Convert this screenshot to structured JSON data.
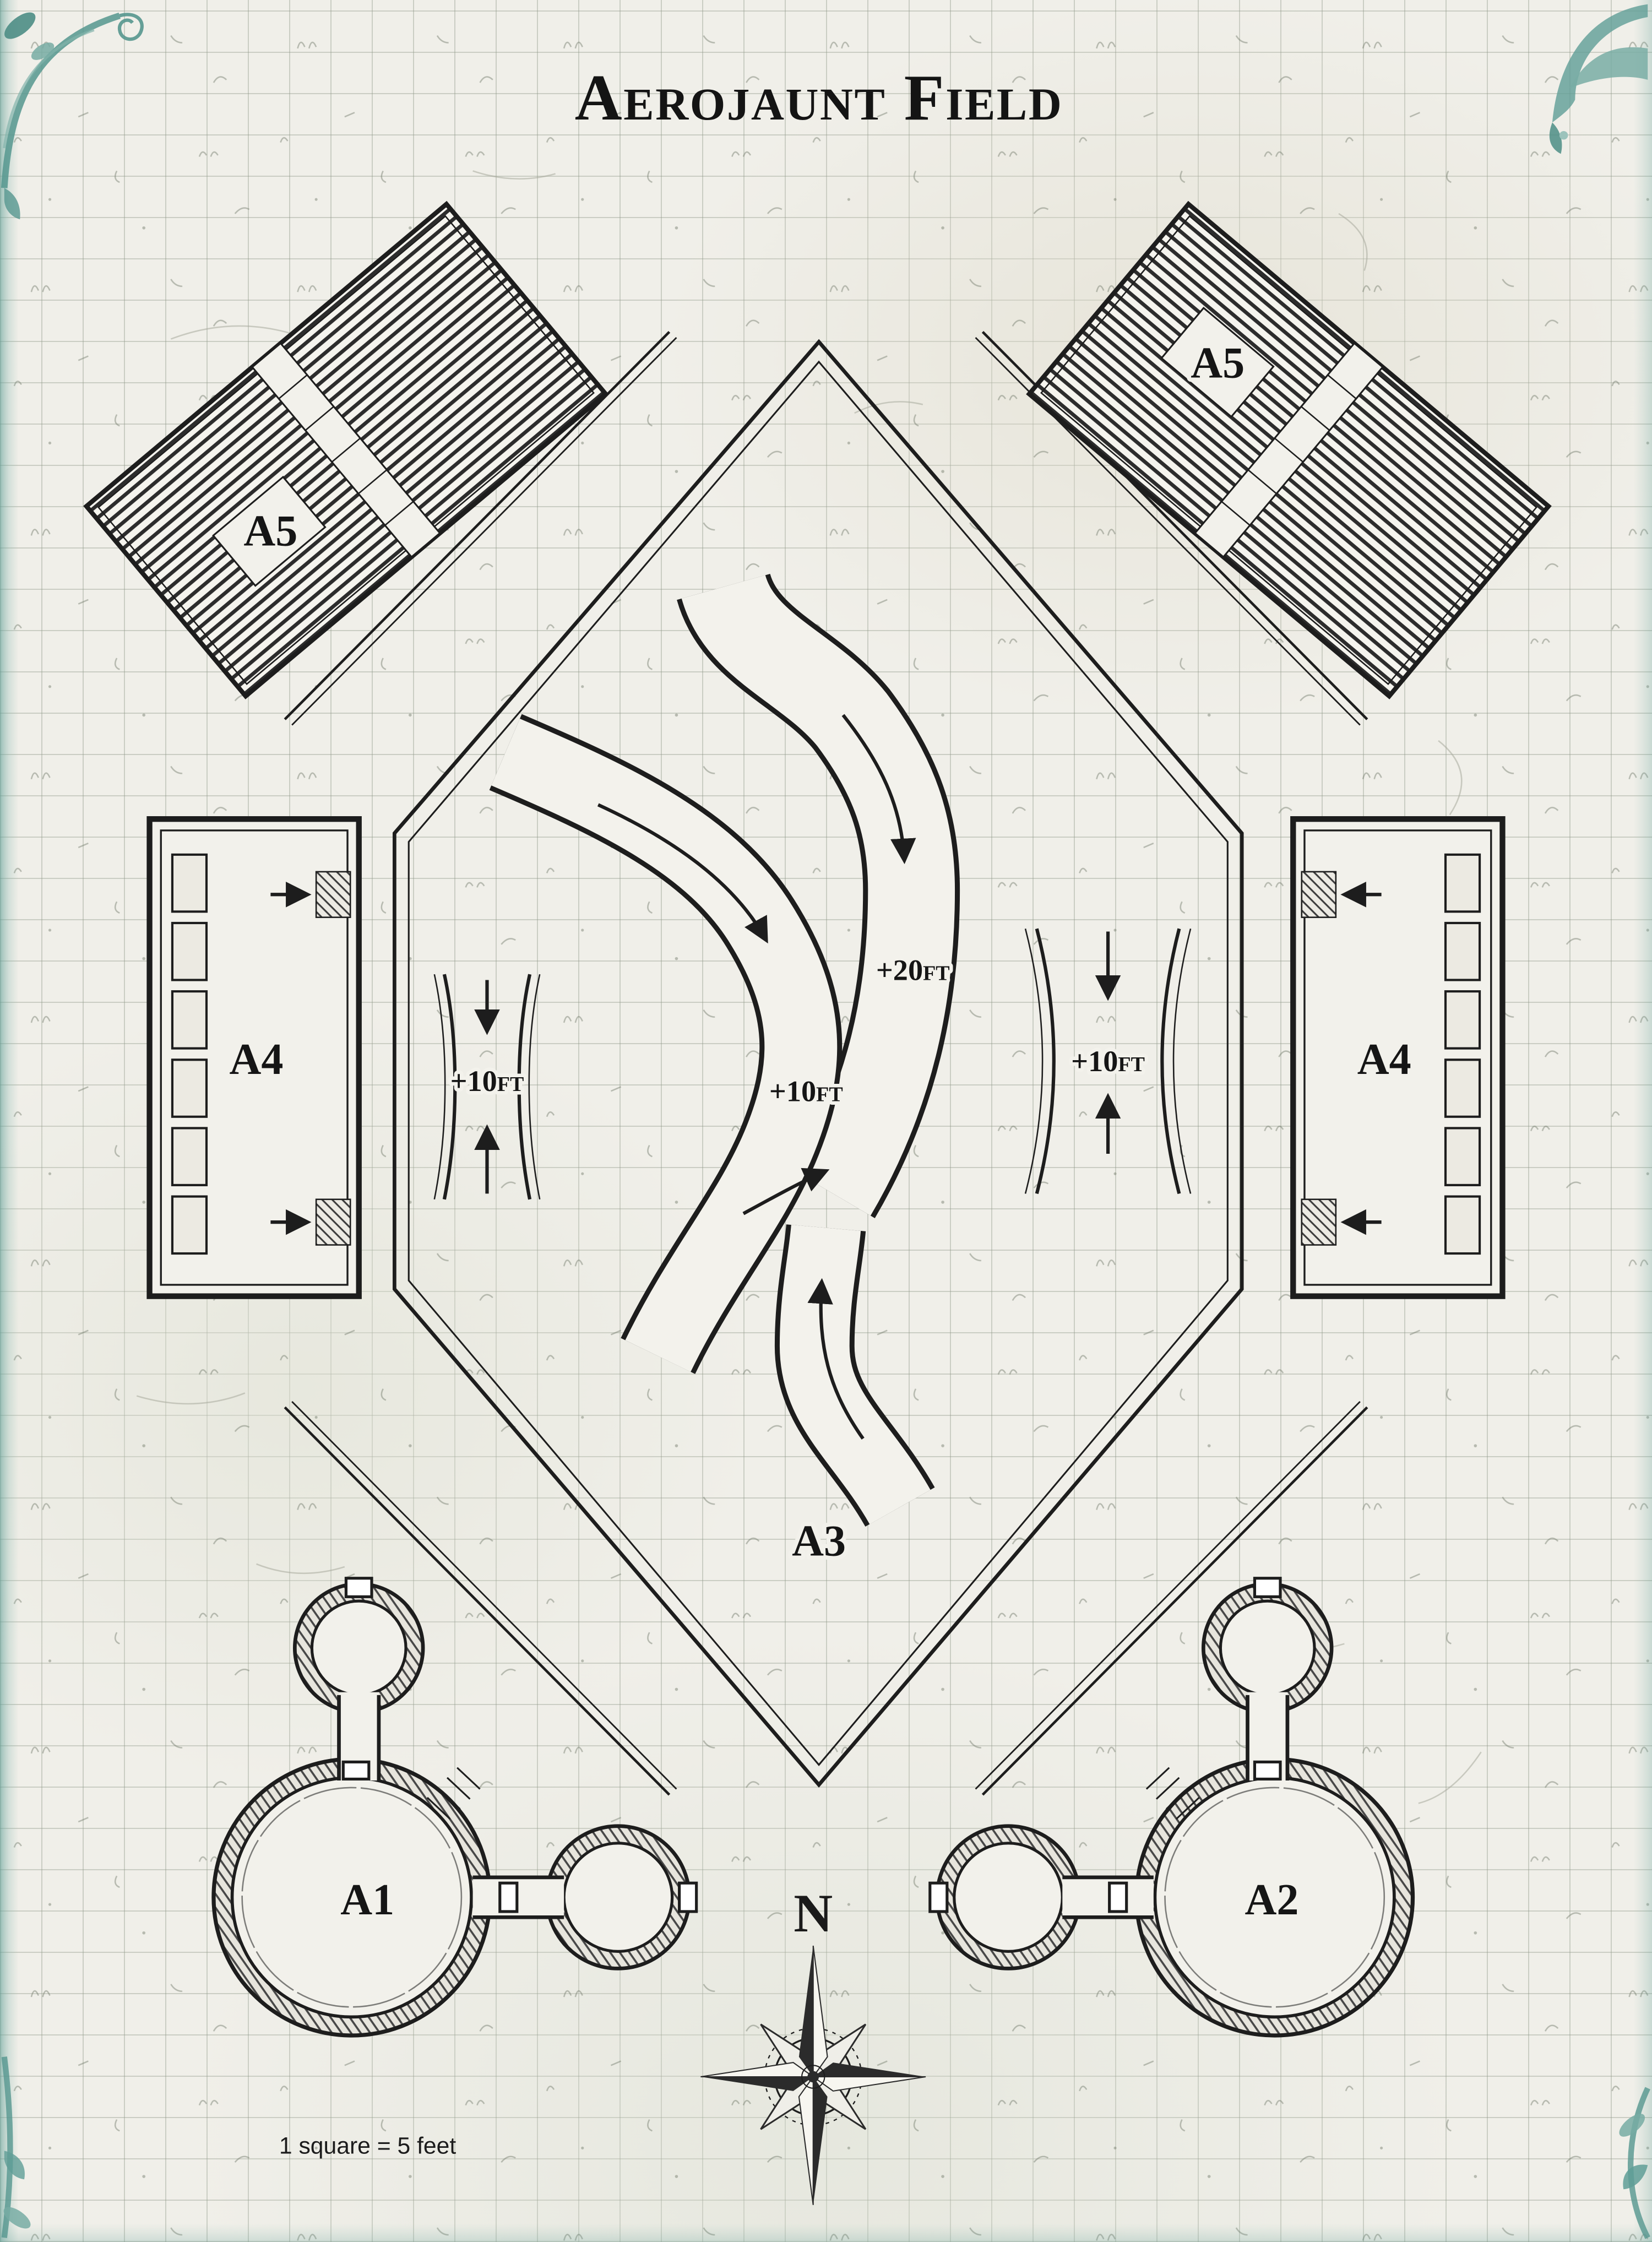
{
  "page": {
    "title": "Aerojaunt Field",
    "scale_note": "1 square = 5 feet"
  },
  "areas": {
    "a1": "A1",
    "a2": "A2",
    "a3": "A3",
    "a4_left": "A4",
    "a4_right": "A4",
    "a5_left": "A5",
    "a5_right": "A5"
  },
  "wind": {
    "main_downdraft": "+20ft",
    "mid_current": "+10ft",
    "left_updraft": "+10ft",
    "right_updraft": "+10ft"
  },
  "compass": {
    "north": "N"
  },
  "legend_colors": {
    "paper": "#f0efe9",
    "ink": "#1d1d1d",
    "grid_line": "#8d9686",
    "accent_teal": "#5f9e96"
  },
  "icons": {
    "compass_rose": "8-point-star",
    "flow_arrow": "black-triangle-arrowhead",
    "corner_flourish": "teal-scroll-ornament"
  }
}
